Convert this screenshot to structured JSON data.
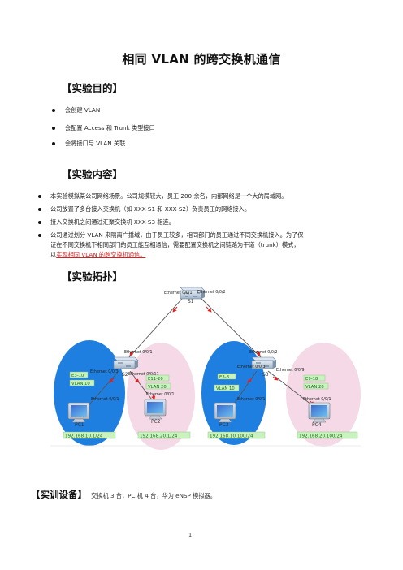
{
  "doc": {
    "title": "相同 VLAN 的跨交换机通信",
    "section_goal": {
      "heading": "【实验目的】",
      "items": [
        "会创建 VLAN",
        "会配置 Access 和 Trunk 类型接口",
        "会将接口与 VLAN 关联"
      ]
    },
    "section_content": {
      "heading": "【实验内容】",
      "items": [
        "本实验模拟某公司网络场景。公司规模较大，员工 200 余名，内部网络是一个大的局域网。",
        "公司放置了多台接入交换机（如 XXX-S1 和 XXX-S2）负责员工的网络接入。",
        "接入交换机之间通过汇聚交换机 XXX-S3 相连。"
      ],
      "item4_line1": "公司通过划分 VLAN 来隔离广播域，由于员工较多，相同部门的员工通过不同交换机接入。为了保",
      "item4_line2": "证在不同交换机下相同部门的员工能互相通信，需要配置交换机之间链路为干道（trunk）模式，",
      "item4_line3_prefix": "以",
      "item4_line3_red": "实现相同 VLAN 的跨交换机通信。"
    },
    "section_topology": {
      "heading": "【实验拓扑】"
    },
    "section_equipment": {
      "heading": "【实训设备】",
      "text": "交换机 3 台，PC 机 4 台，华为 eNSP 模拟器。"
    },
    "page_number": "1"
  },
  "topology": {
    "switches": {
      "s1": {
        "name": "S1",
        "left_port": "Ethernet 0/0/1",
        "right_port": "Ethernet 0/0/2"
      },
      "s2": {
        "name": "S2",
        "up_port": "Ethernet 0/0/1",
        "left_port": "Ethernet 0/0/3",
        "right_port": "Ethernet 0/0/11"
      },
      "s3": {
        "name": "S3",
        "up_port": "Ethernet 0/0/2",
        "left_port": "Ethernet 0/0/3",
        "right_port": "Ethernet 0/0/9"
      }
    },
    "pcs": {
      "pc1": {
        "name": "PC1",
        "port": "Ethernet 0/0/1",
        "ip": "192.168.10.1/24"
      },
      "pc2": {
        "name": "PC2",
        "port": "Ethernet 0/0/1",
        "ip": "192.168.20.1/24"
      },
      "pc3": {
        "name": "PC3",
        "port": "Ethernet 0/0/1",
        "ip": "192.168.10.100/24"
      },
      "pc4": {
        "name": "PC4",
        "port": "Ethernet 0/0/1",
        "ip": "192.168.20.100/24"
      }
    },
    "zones": {
      "z1": {
        "ports": "E3-10",
        "vlan": "VLAN 10",
        "color": "#1e7fe0"
      },
      "z2": {
        "ports": "E11-20",
        "vlan": "VLAN 20",
        "color": "#f5d9e6"
      },
      "z3": {
        "ports": "E3-8",
        "vlan": "VLAN 10",
        "color": "#1e7fe0"
      },
      "z4": {
        "ports": "E9-18",
        "vlan": "VLAN 20",
        "color": "#f5d9e6"
      }
    },
    "colors": {
      "label_bg": "#c9f2c0",
      "label_text": "#1b6b1b",
      "link": "#555555",
      "arrow": "#e02020"
    }
  }
}
